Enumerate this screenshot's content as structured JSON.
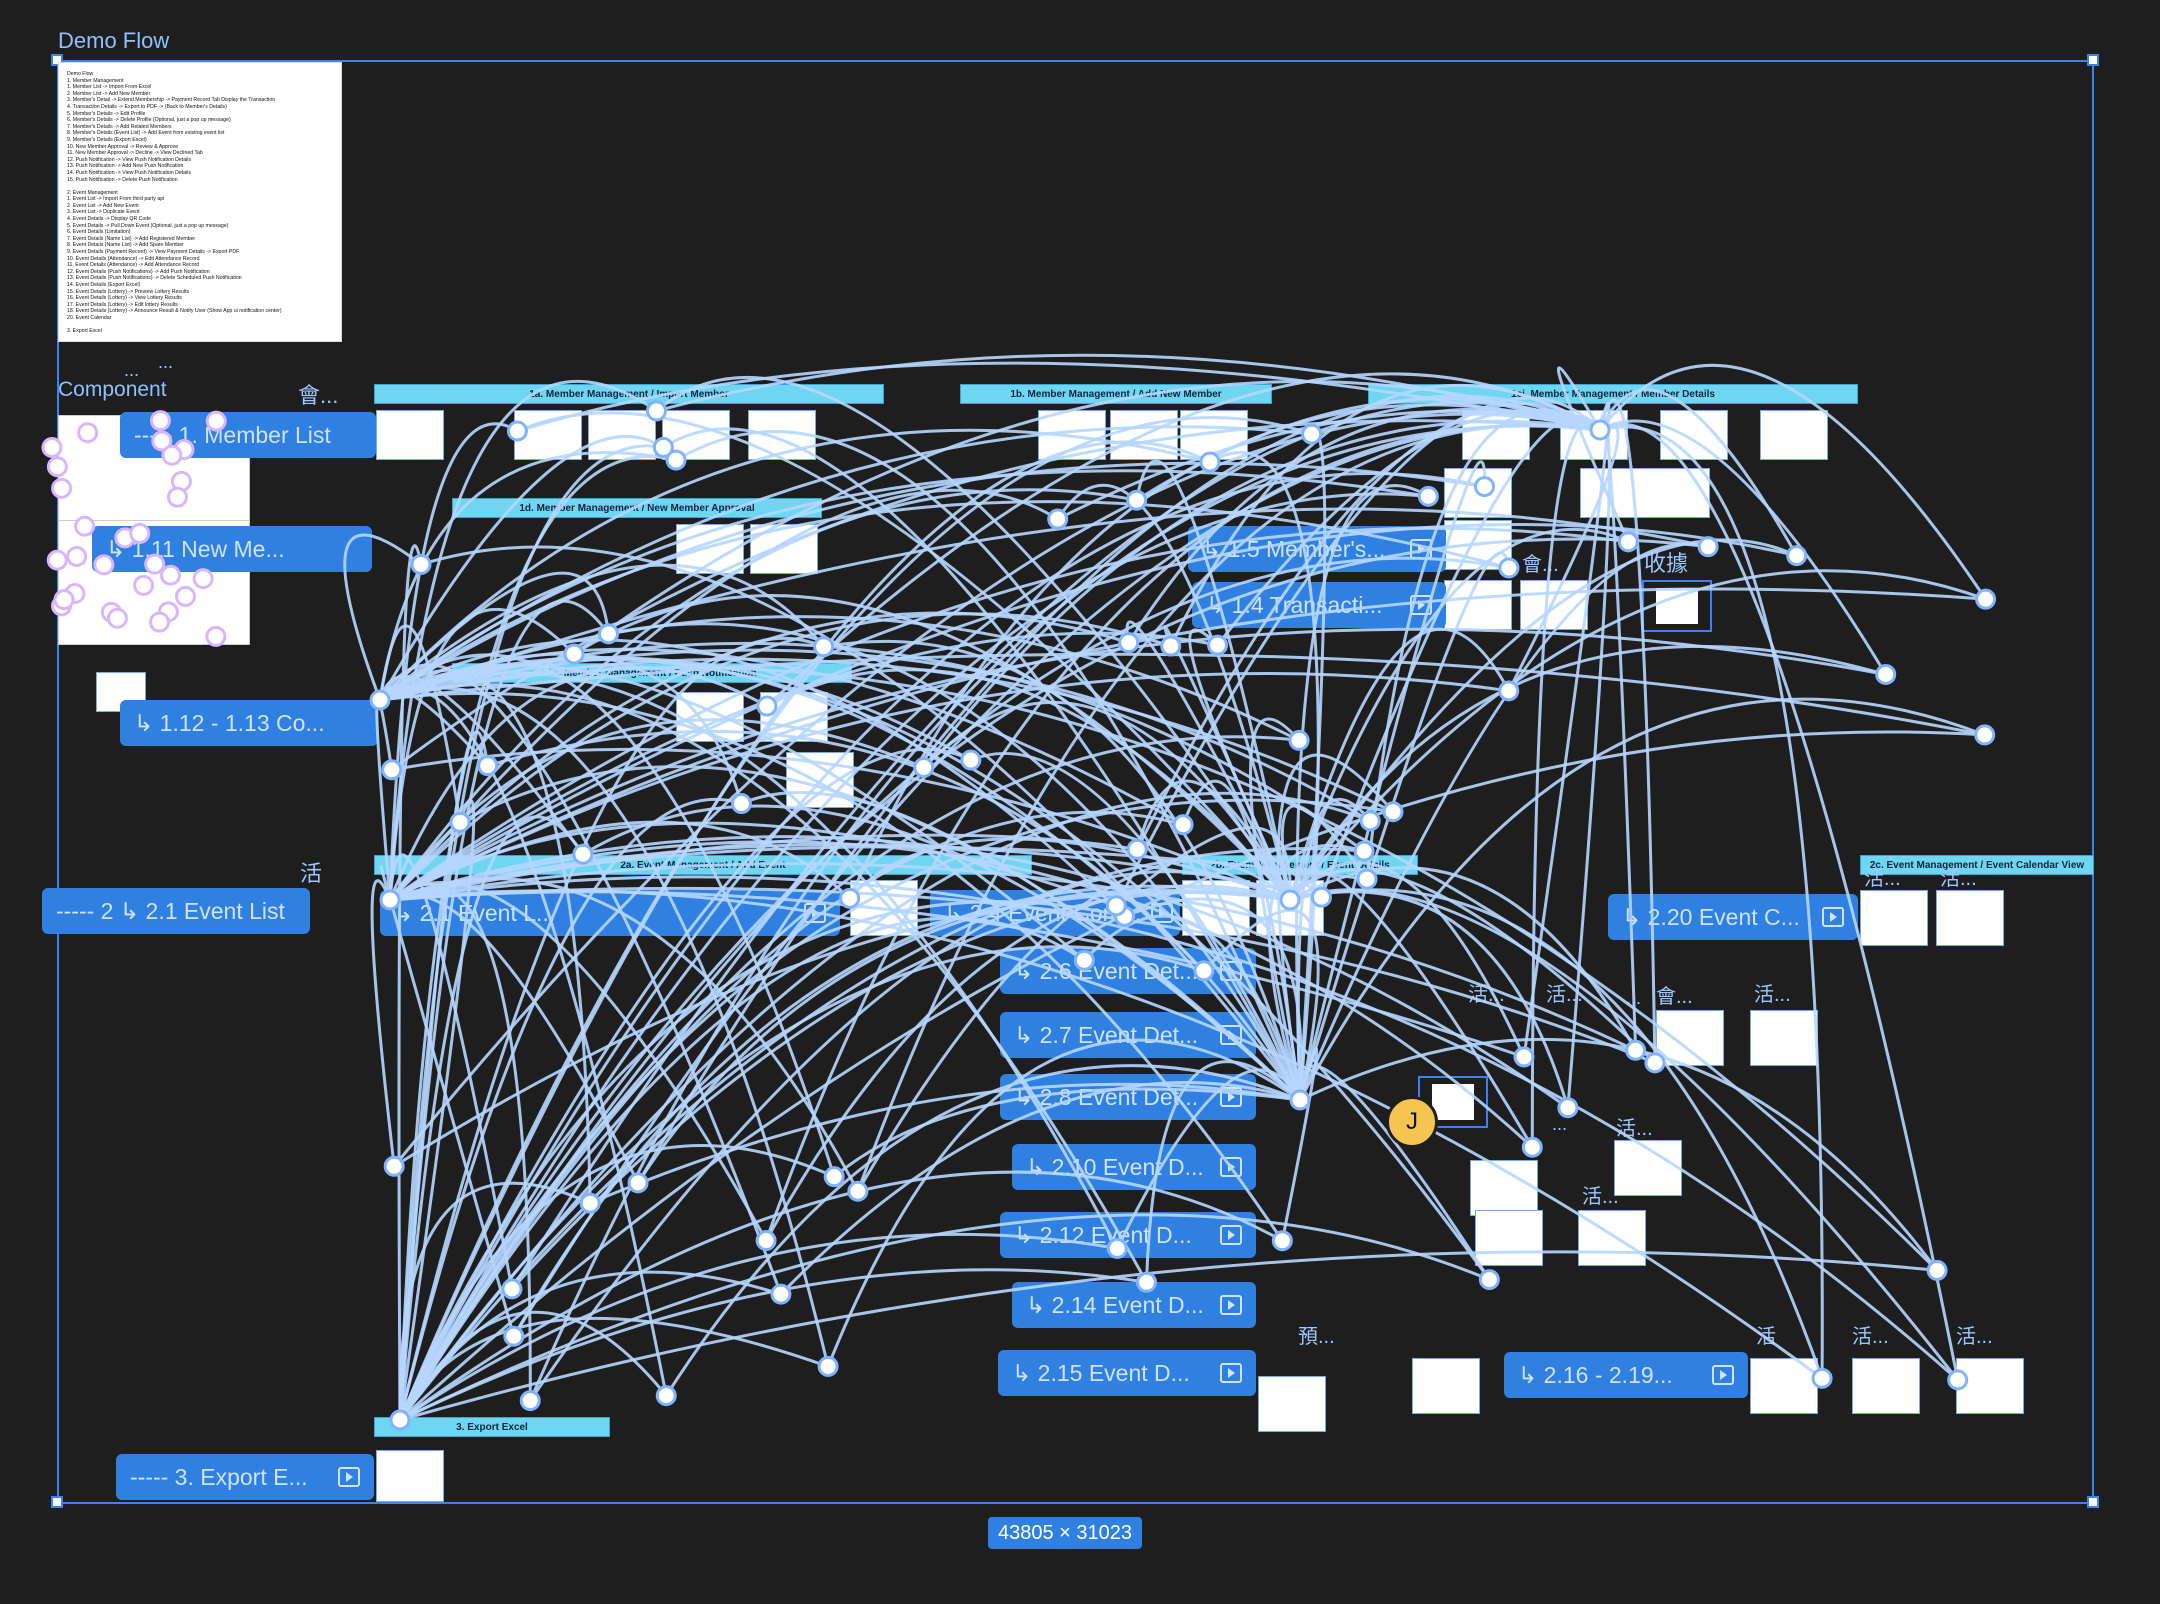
{
  "canvas": {
    "frame_title": "Demo Flow",
    "component_label": "Component",
    "dimension_badge": "43805 × 31023",
    "collaborator_initial": "J"
  },
  "notes": [
    "Demo Flow",
    "1. Member Management",
    "  1. Member List -> Import From Excel",
    "  2. Member List -> Add New Member",
    "  3. Member's Detail -> Extend Membership -> Payment Record Tab Display the Transaction",
    "  4. Transaction Details -> Export to PDF -> (Back to Member's Details)",
    "  5. Member's Details -> Edit Profile",
    "  6. Member's Details -> Delete Profile (Optional, just a pop up message)",
    "  7. Member's Details -> Add Related Members",
    "  8. Member's Details (Event List) -> Add Event from existing event list",
    "  9. Member's Details (Export Excel)",
    "  10. New Member Approval -> Review & Approve",
    "  11. New Member Approval -> Decline -> View Declined Tab",
    "  12. Push Notification -> View Push Notification Details",
    "  13. Push Notification -> Add New Push Notification",
    "  14. Push Notification -> View Push Notification Details",
    "  15. Push Notification -> Delete Push Notification",
    "",
    "2. Event Management",
    "  1. Event List -> Import From third party api",
    "  2. Event List -> Add New Event",
    "  3. Event List -> Duplicate Event",
    "  4. Event Details -> Display QR Code",
    "  5. Event Details -> Pull Down Event (Optional, just a pop up message)",
    "  6. Event Details (Limitation)",
    "  7. Event Details (Name List) -> Add Registered Member",
    "  8. Event Details (Name List) -> Add Spare Member",
    "  9. Event Details (Payment Record) -> View Payment Details -> Export PDF",
    "  10. Event Details (Attendance) -> Edit Attendance Record",
    "  11. Event Details (Attendance) -> Add Attendance Record",
    "  12. Event Details (Push Notifications) -> Add Push Notification",
    "  13. Event Details (Push Notifications) -> Delete Scheduled Push Notification",
    "  14. Event Details (Export Excel)",
    "  15. Event Details (Lottery) -> Preview Lottery Results",
    "  16. Event Details (Lottery) -> View Lottery Results",
    "  17. Event Details (Lottery) -> Edit lottery Results",
    "  18. Event Details (Lottery) -> Announce Result & Notify User (Show App ui notification center)",
    "  20. Event Calendar",
    "",
    "3. Export Excel"
  ],
  "section_headers": [
    {
      "id": "1a",
      "label": "1a. Member Management / Import Member"
    },
    {
      "id": "1b",
      "label": "1b. Member Management / Add New Member"
    },
    {
      "id": "1ci",
      "label": "1ci. Member Management / Member Details"
    },
    {
      "id": "1d",
      "label": "1d. Member Management / New Member Approval"
    },
    {
      "id": "1e",
      "label": "1e. Member Management / Push Notification"
    },
    {
      "id": "2a",
      "label": "2a. Event Management / Add Event"
    },
    {
      "id": "2b",
      "label": "2b. Event Management / Event Details"
    },
    {
      "id": "2c",
      "label": "2c. Event Management / Event Calendar View"
    },
    {
      "id": "3",
      "label": "3. Export Excel"
    }
  ],
  "flow_buttons": [
    {
      "id": "member-list",
      "label": "----- 1. Member List"
    },
    {
      "id": "new-member",
      "label": "↳ 1.11 New Me..."
    },
    {
      "id": "push-113",
      "label": "↳ 1.12 - 1.13 Co..."
    },
    {
      "id": "member-s",
      "label": "↳ 1.5 Member's..."
    },
    {
      "id": "transaction",
      "label": "↳ 1.4 Transacti..."
    },
    {
      "id": "event-list",
      "label": "----- 2 ↳ 2.1 Event List"
    },
    {
      "id": "event-list-b",
      "label": "↳ 2.1 Event L..."
    },
    {
      "id": "event-com",
      "label": "↳ 2.4 Event Com..."
    },
    {
      "id": "event-cal",
      "label": "↳ 2.20 Event C..."
    },
    {
      "id": "ed-26",
      "label": "↳ 2.6 Event Det..."
    },
    {
      "id": "ed-27",
      "label": "↳ 2.7 Event Det..."
    },
    {
      "id": "ed-28",
      "label": "↳ 2.8 Event Det..."
    },
    {
      "id": "ed-210",
      "label": "↳ 2.10 Event D..."
    },
    {
      "id": "ed-212",
      "label": "↳ 2.12 Event D..."
    },
    {
      "id": "ed-214",
      "label": "↳ 2.14 Event D..."
    },
    {
      "id": "ed-215",
      "label": "↳ 2.15 Event D..."
    },
    {
      "id": "ed-216",
      "label": "↳ 2.16 - 2.19..."
    },
    {
      "id": "export",
      "label": "----- 3. Export E..."
    }
  ],
  "cjk_labels": {
    "hui1": "會...",
    "dots1": "...",
    "dots2": "...",
    "shouju": "收據",
    "hui2": "會...",
    "huo1": "活",
    "huo2": "活...",
    "huo3": "活...",
    "huo4": "活...",
    "huo5": "活...",
    "huo6": "活...",
    "hui3": "會...",
    "huo7": "活...",
    "huo8": "活...",
    "huo9": "活...",
    "yu": "預...",
    "huo10": "活",
    "huo11": "活...",
    "huo12": "活...",
    "dots3": "...",
    "dots4": "..."
  }
}
